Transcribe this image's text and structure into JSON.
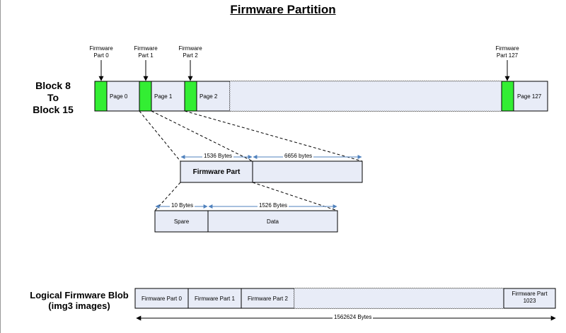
{
  "title": "Firmware Partition",
  "block_label": [
    "Block 8",
    "To",
    "Block 15"
  ],
  "part_labels": [
    {
      "line1": "Firmware",
      "line2": "Part 0"
    },
    {
      "line1": "Firmware",
      "line2": "Part 1"
    },
    {
      "line1": "Firmware",
      "line2": "Part 2"
    },
    {
      "line1": "Firmware",
      "line2": "Part 127"
    }
  ],
  "pages": [
    "Page 0",
    "Page 1",
    "Page 2",
    "Page 127"
  ],
  "firmware_part": {
    "label": "Firmware Part",
    "size_label": "1536  Bytes",
    "rest_label": "6656 bytes"
  },
  "spare_data": {
    "spare_size": "10 Bytes",
    "data_size": "1526 Bytes",
    "spare_label": "Spare",
    "data_label": "Data"
  },
  "blob": {
    "title_line1": "Logical Firmware Blob",
    "title_line2": "(img3 images)",
    "cells": [
      "Firmware Part 0",
      "Firmware Part 1",
      "Firmware Part 2"
    ],
    "last_cell_line1": "Firmware Part",
    "last_cell_line2": "1023",
    "total_size": "1562624 Bytes"
  },
  "colors": {
    "green": "#33ee33",
    "cell_fill": "#e8ecf7",
    "arrow_blue": "#4f81bd"
  }
}
